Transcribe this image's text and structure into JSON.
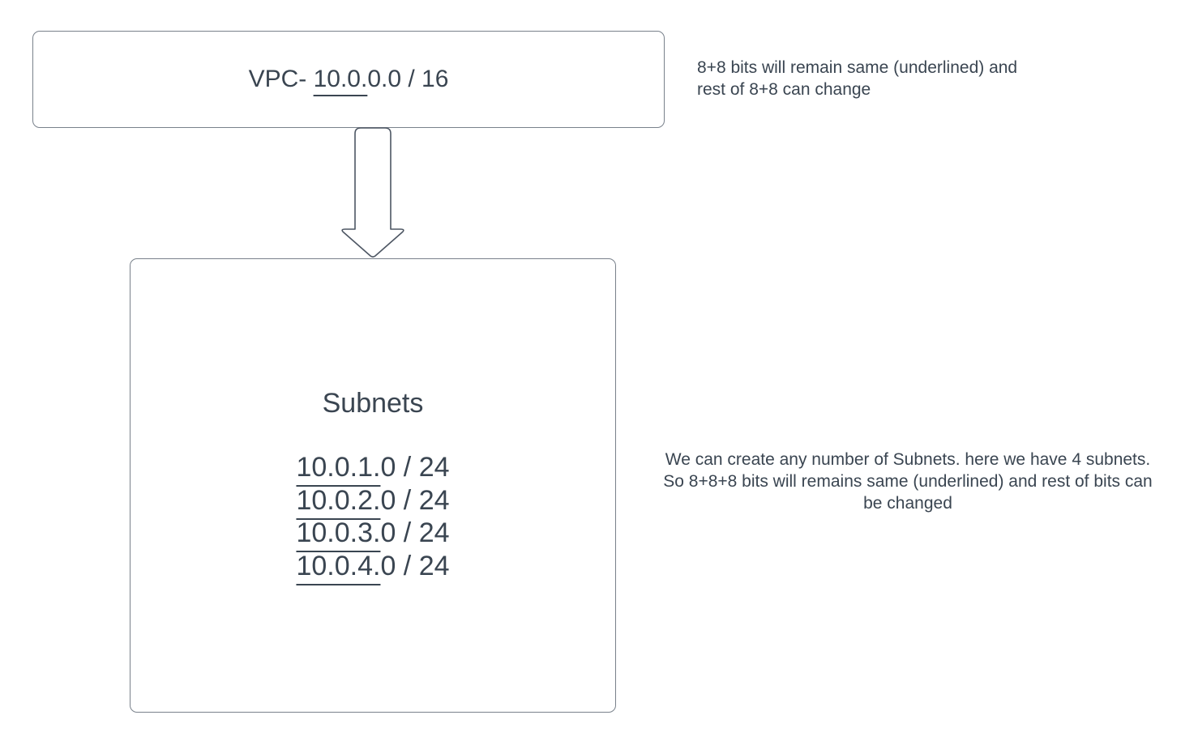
{
  "diagram": {
    "vpc_box": {
      "prefix": "VPC- ",
      "cidr_underlined": "10.0.",
      "cidr_rest": "0.0 / 16"
    },
    "subnets_box": {
      "title": "Subnets",
      "items": [
        {
          "cidr_underlined": "10.0.1.",
          "cidr_rest": "0 / 24"
        },
        {
          "cidr_underlined": "10.0.2.",
          "cidr_rest": "0 / 24"
        },
        {
          "cidr_underlined": "10.0.3.",
          "cidr_rest": "0 / 24"
        },
        {
          "cidr_underlined": "10.0.4.",
          "cidr_rest": "0 / 24"
        }
      ]
    },
    "arrow": "down-block-arrow"
  },
  "annotations": {
    "vpc_note": {
      "lines": [
        "8+8 bits will remain same (underlined) and",
        "rest of 8+8 can change"
      ]
    },
    "subnet_note": {
      "lines": [
        "We can create any number of Subnets. here we have 4 subnets.",
        "So 8+8+8 bits will remains same (underlined) and rest of bits can",
        "be changed"
      ]
    }
  },
  "colors": {
    "text": "#3a4551",
    "box_border": "#79818b",
    "arrow_stroke": "#4d5663",
    "background": "#ffffff"
  }
}
